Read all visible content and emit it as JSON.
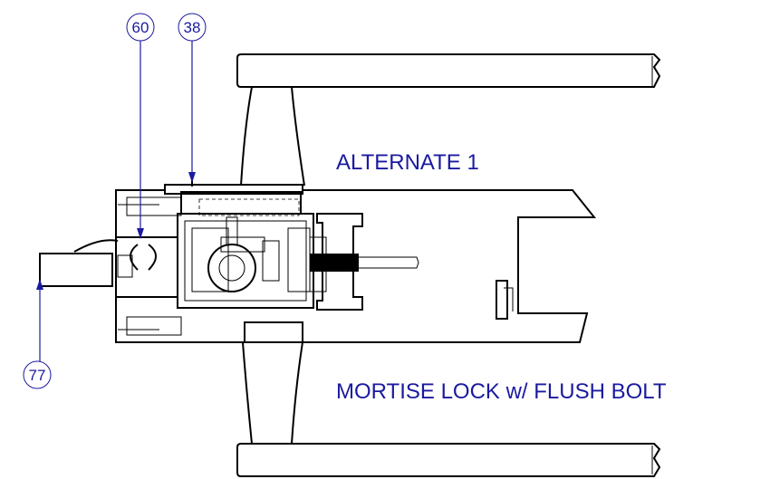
{
  "labels": {
    "title_line1": "ALTERNATE 1",
    "title_line2": "MORTISE LOCK w/ FLUSH BOLT"
  },
  "callouts": [
    {
      "id": "callout-60",
      "number": "60"
    },
    {
      "id": "callout-38",
      "number": "38"
    },
    {
      "id": "callout-77",
      "number": "77"
    }
  ],
  "colors": {
    "annotation": "#1a1aa0",
    "linework": "#000000"
  }
}
